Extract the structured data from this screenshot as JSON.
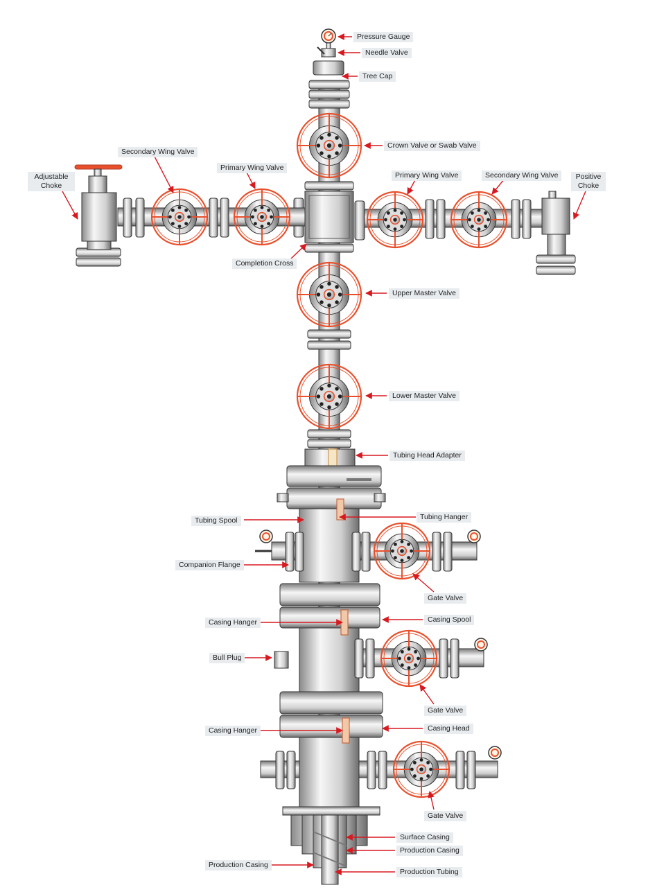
{
  "labels": {
    "pressure_gauge": "Pressure Gauge",
    "needle_valve": "Needle Valve",
    "tree_cap": "Tree Cap",
    "crown_valve": "Crown Valve or Swab Valve",
    "secondary_wing_left": "Secondary Wing Valve",
    "primary_wing_left": "Primary Wing Valve",
    "primary_wing_right": "Primary Wing Valve",
    "secondary_wing_right": "Secondary Wing Valve",
    "adjustable_choke_1": "Adjustable",
    "adjustable_choke_2": "Choke",
    "positive_choke_1": "Positive",
    "positive_choke_2": "Choke",
    "completion_cross": "Completion Cross",
    "upper_master_valve": "Upper Master Valve",
    "lower_master_valve": "Lower Master Valve",
    "tubing_head_adapter": "Tubing Head Adapter",
    "tubing_spool": "Tubing Spool",
    "tubing_hanger": "Tubing Hanger",
    "companion_flange": "Companion Flange",
    "gate_valve_1": "Gate Valve",
    "casing_hanger_1": "Casing Hanger",
    "casing_spool": "Casing Spool",
    "bull_plug": "Bull Plug",
    "gate_valve_2": "Gate Valve",
    "casing_hanger_2": "Casing Hanger",
    "casing_head": "Casing Head",
    "gate_valve_3": "Gate Valve",
    "surface_casing": "Surface Casing",
    "production_casing_right": "Production Casing",
    "production_casing_left": "Production Casing",
    "production_tubing": "Production Tubing"
  },
  "colors": {
    "handwheel": "#e8502c",
    "arrow": "#d71920",
    "label_bg": "#e8ecef",
    "steel_light": "#f4f4f4",
    "steel_dark": "#5a5a5a"
  }
}
